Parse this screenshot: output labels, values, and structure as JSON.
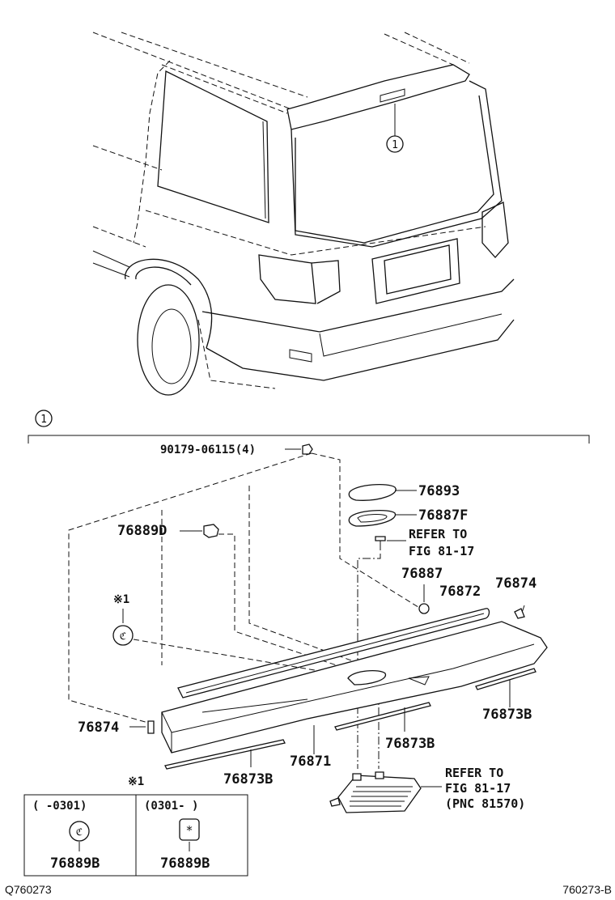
{
  "callout_number": "1",
  "parts": {
    "bolt": "90179-06115(4)",
    "p76893": "76893",
    "p76887F": "76887F",
    "p76889D": "76889D",
    "refer_1": "REFER TO",
    "refer_1_fig": "FIG 81-17",
    "p76887": "76887",
    "p76872": "76872",
    "p76874_right": "76874",
    "note_mark": "※1",
    "p76874_left": "76874",
    "p76873B_right": "76873B",
    "p76873B_mid": "76873B",
    "p76871": "76871",
    "p76873B_bottom": "76873B",
    "refer_2": "REFER TO",
    "refer_2_fig": "FIG 81-17",
    "refer_2_pnc": "(PNC 81570)"
  },
  "variant_box": {
    "mark": "※1",
    "left_range": "(     -0301)",
    "right_range": "(0301-      )",
    "left_part": "76889B",
    "right_part": "76889B"
  },
  "footer": {
    "left_code": "Q760273",
    "right_code": "760273-B"
  }
}
